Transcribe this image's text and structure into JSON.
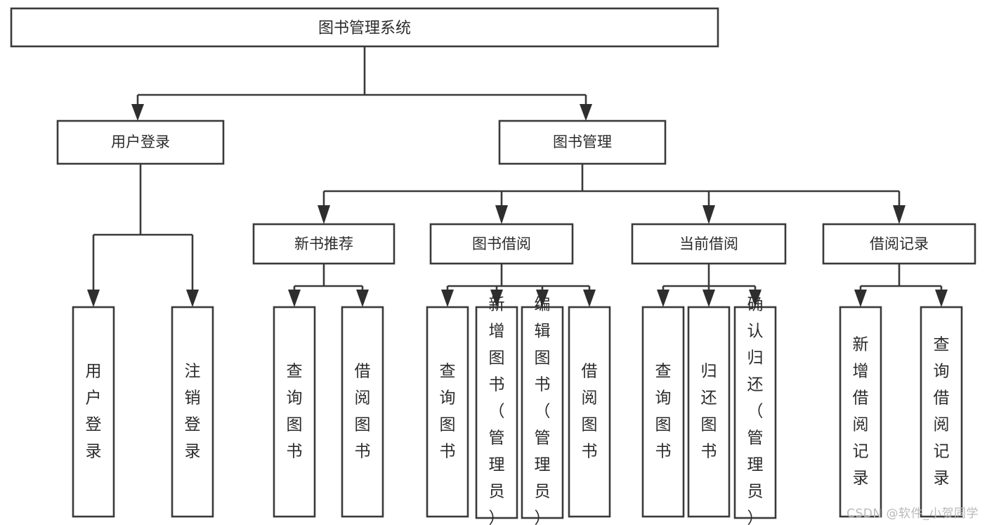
{
  "diagram": {
    "type": "tree-hierarchy",
    "title": "图书管理系统",
    "watermark": "CSDN @软件_小贺同学",
    "colors": {
      "stroke": "#3a3a3a",
      "text": "#2b2b2b",
      "background": "#ffffff",
      "watermark": "#b9b9b9"
    },
    "levels": {
      "root": {
        "label": "图书管理系统"
      },
      "level2": [
        {
          "label": "用户登录"
        },
        {
          "label": "图书管理"
        }
      ],
      "level3": [
        {
          "label": "新书推荐"
        },
        {
          "label": "图书借阅"
        },
        {
          "label": "当前借阅"
        },
        {
          "label": "借阅记录"
        }
      ]
    },
    "leaves": {
      "user_login": [
        {
          "label": "用户登录"
        },
        {
          "label": "注销登录"
        }
      ],
      "new_book_recommend": [
        {
          "label": "查询图书"
        },
        {
          "label": "借阅图书"
        }
      ],
      "book_borrow": [
        {
          "label": "查询图书"
        },
        {
          "label": "新增图书（管理员）"
        },
        {
          "label": "编辑图书（管理员）"
        },
        {
          "label": "借阅图书"
        }
      ],
      "current_borrow": [
        {
          "label": "查询图书"
        },
        {
          "label": "归还图书"
        },
        {
          "label": "确认归还（管理员）"
        }
      ],
      "borrow_record": [
        {
          "label": "新增借阅记录"
        },
        {
          "label": "查询借阅记录"
        }
      ]
    }
  }
}
